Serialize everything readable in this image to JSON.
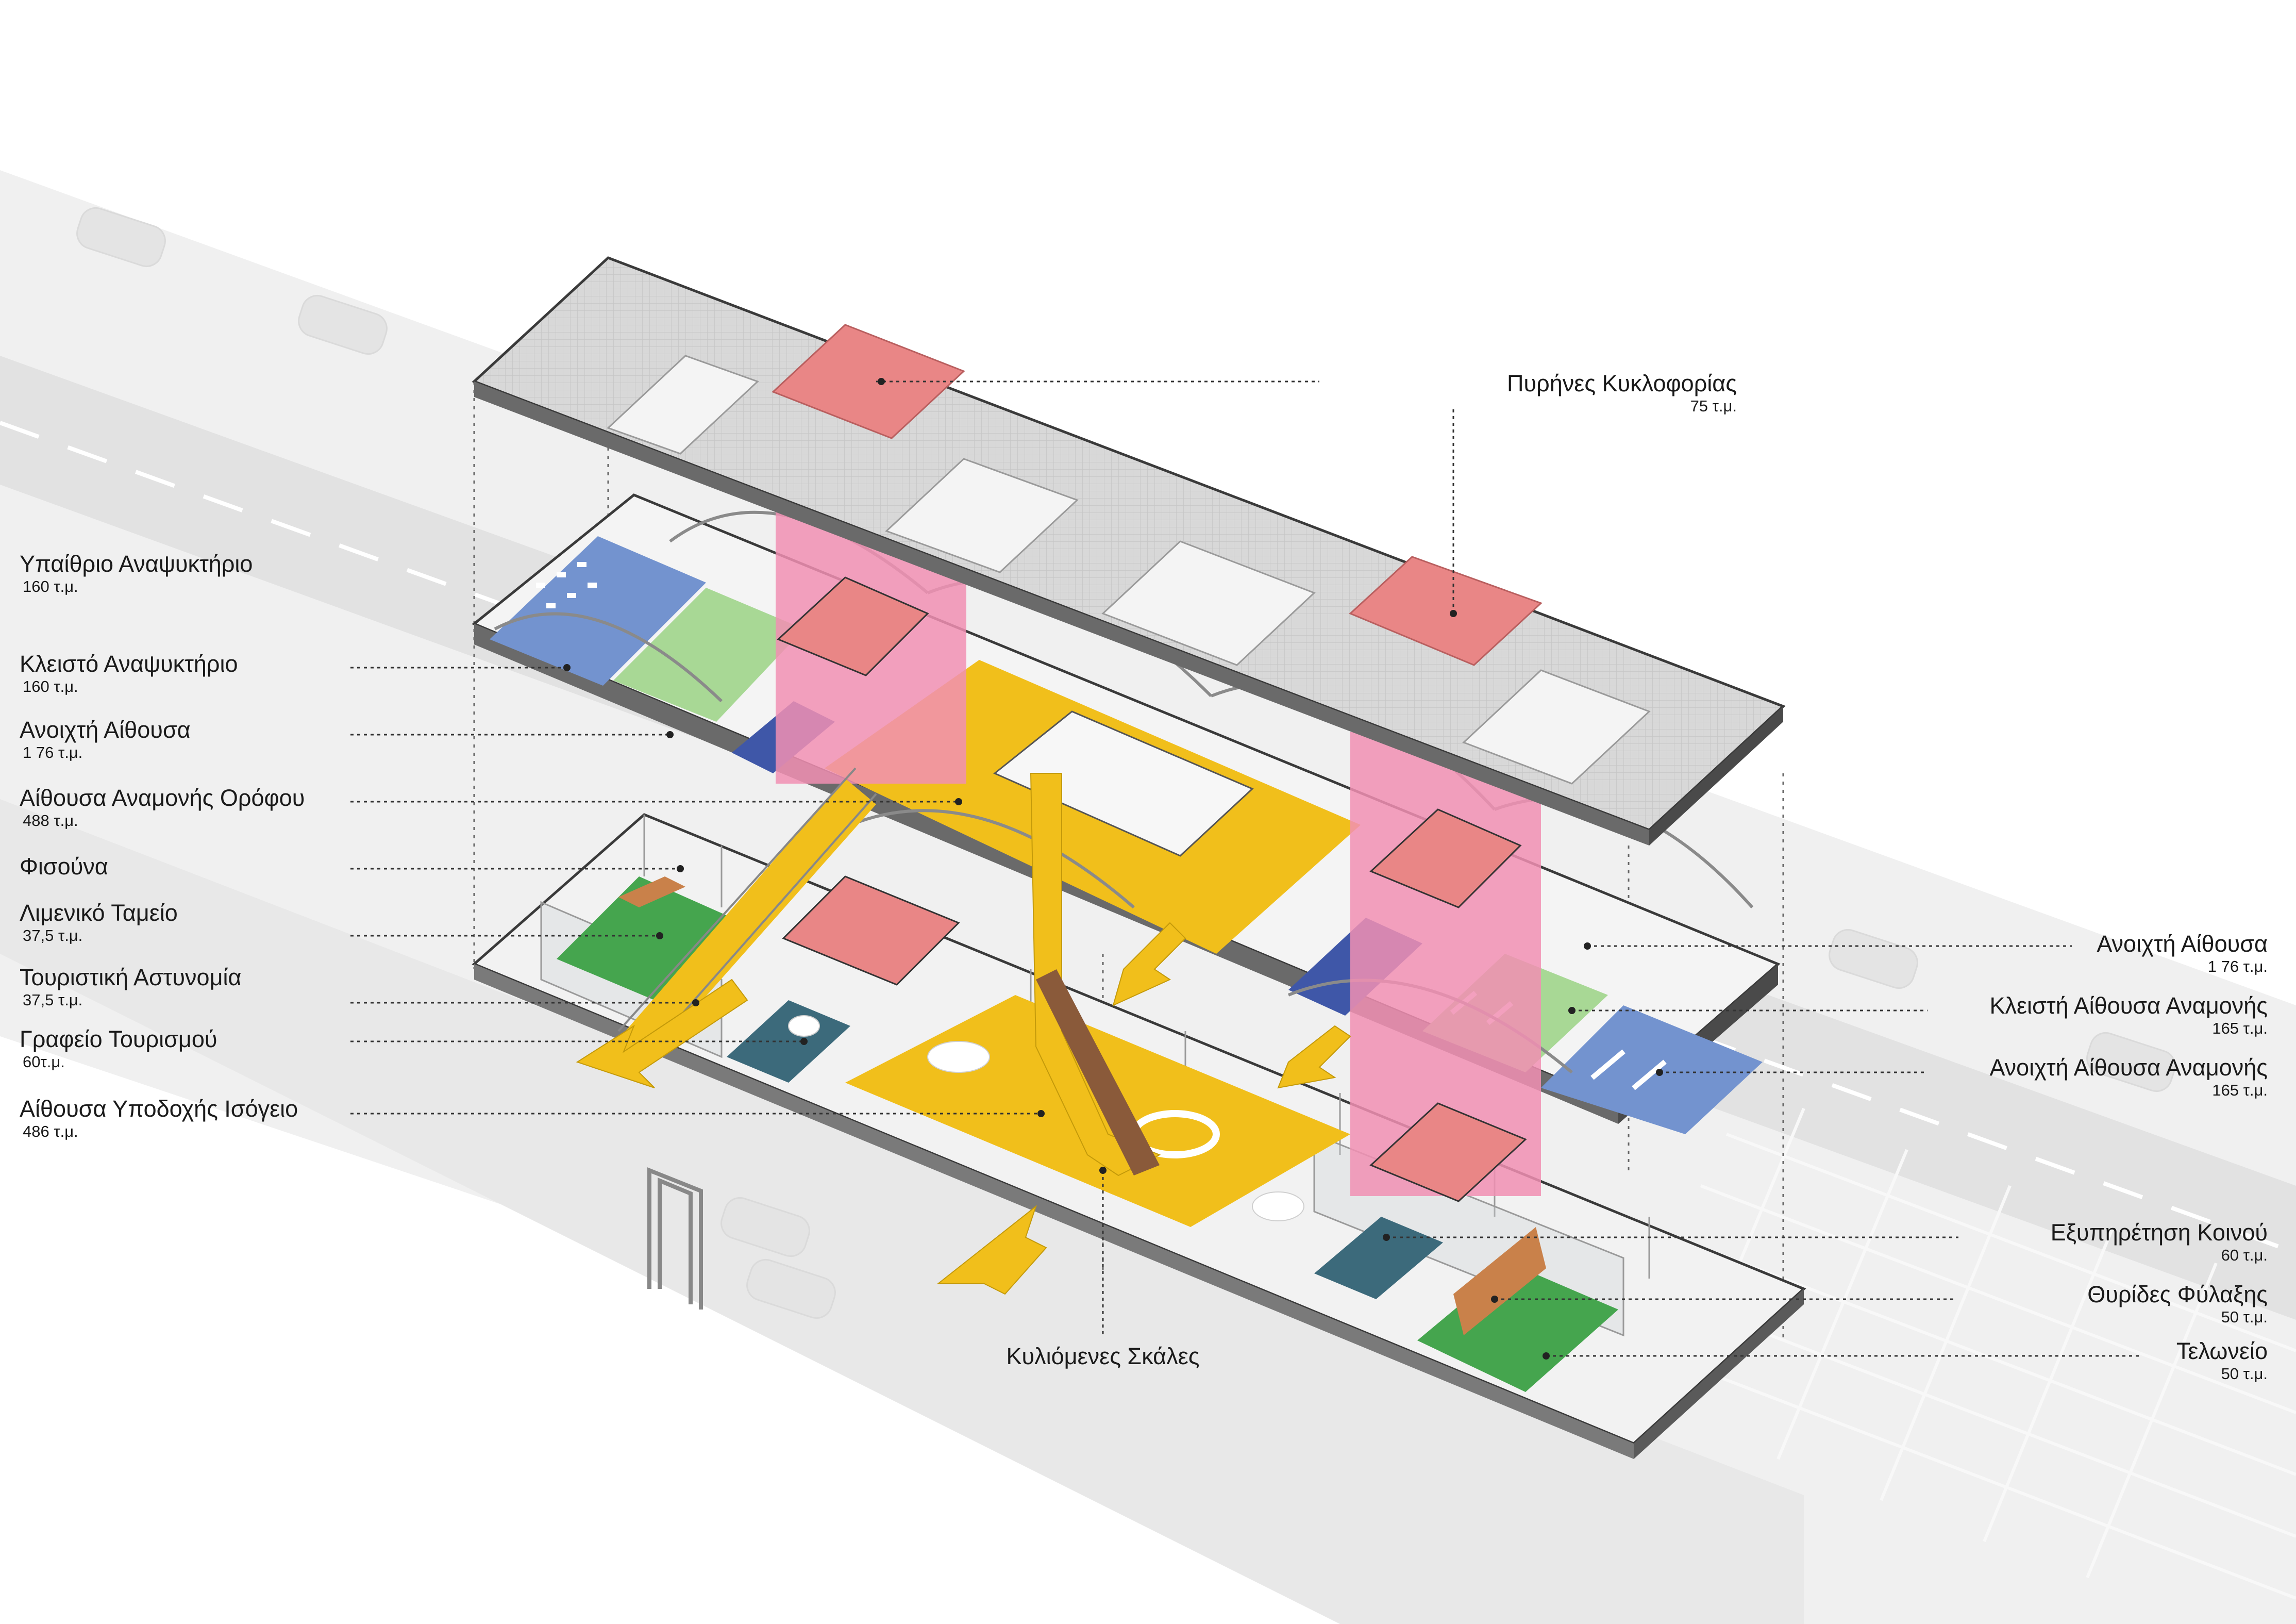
{
  "labels": {
    "circulation_cores": {
      "name": "Πυρήνες Κυκλοφορίας",
      "area": "75 τ.μ."
    },
    "outdoor_cafe": {
      "name": "Υπαίθριο Αναψυκτήριο",
      "area": "160 τ.μ."
    },
    "closed_cafe": {
      "name": "Κλειστό Αναψυκτήριο",
      "area": "160 τ.μ."
    },
    "open_hall_left": {
      "name": "Ανοιχτή Αίθουσα",
      "area": "1 76 τ.μ."
    },
    "upper_waiting_hall": {
      "name": "Αίθουσα Αναμονής Ορόφου",
      "area": "488 τ.μ."
    },
    "bridge": {
      "name": "Φισούνα"
    },
    "port_cashier": {
      "name": "Λιμενικό Ταμείο",
      "area": "37,5 τ.μ."
    },
    "tourist_police": {
      "name": "Τουριστική Αστυνομία",
      "area": "37,5 τ.μ."
    },
    "tourism_office": {
      "name": "Γραφείο Τουρισμού",
      "area": "60τ.μ."
    },
    "ground_reception": {
      "name": "Αίθουσα Υποδοχής Ισόγειο",
      "area": "486 τ.μ."
    },
    "open_hall_right": {
      "name": "Ανοιχτή Αίθουσα",
      "area": "1 76 τ.μ."
    },
    "closed_waiting": {
      "name": "Κλειστή Αίθουσα Αναμονής",
      "area": "165 τ.μ."
    },
    "open_waiting": {
      "name": "Ανοιχτή Αίθουσα Αναμονής",
      "area": "165 τ.μ."
    },
    "customer_service": {
      "name": "Εξυπηρέτηση Κοινού",
      "area": "60 τ.μ."
    },
    "lockers": {
      "name": "Θυρίδες Φύλαξης",
      "area": "50 τ.μ."
    },
    "customs": {
      "name": "Τελωνείο",
      "area": "50 τ.μ."
    },
    "escalators": {
      "name": "Κυλιόμενες Σκάλες"
    }
  },
  "colors": {
    "yellow": "#f1bf1b",
    "red": "#e98686",
    "pink": "#f18fb3",
    "blue": "#7393cf",
    "green_light": "#a8d895",
    "green_dark": "#45a54e",
    "teal": "#3c6a7b",
    "brown": "#c9814a",
    "navy": "#3f57a8",
    "street": "#ececec"
  }
}
